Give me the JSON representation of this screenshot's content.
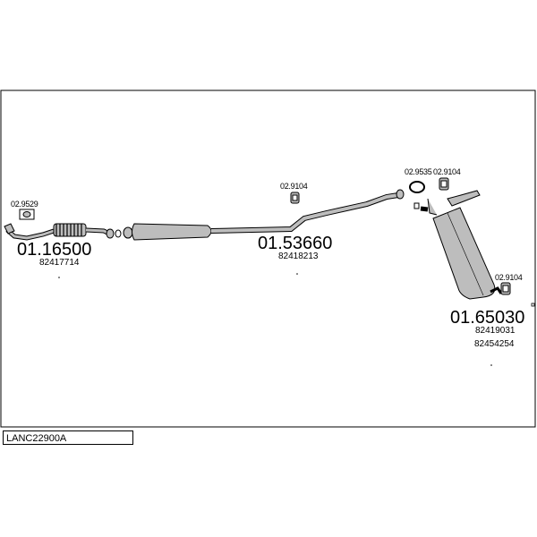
{
  "drawing_ref": "LANC22900A",
  "parts": [
    {
      "id": "front-pipe",
      "code": "01.16500",
      "oem": [
        "82417714"
      ]
    },
    {
      "id": "center-silencer",
      "code": "01.53660",
      "oem": [
        "82418213"
      ]
    },
    {
      "id": "rear-silencer",
      "code": "01.65030",
      "oem": [
        "82419031",
        "82454254"
      ]
    }
  ],
  "accessories": [
    {
      "id": "gasket-front",
      "code": "02.9529"
    },
    {
      "id": "hanger-center",
      "code": "02.9104"
    },
    {
      "id": "clamp-rear",
      "code": "02.9535"
    },
    {
      "id": "hanger-rear-top",
      "code": "02.9104"
    },
    {
      "id": "hanger-rear-bottom",
      "code": "02.9104"
    }
  ],
  "colors": {
    "line": "#000000",
    "fill": "#bdbdbd",
    "background": "#ffffff"
  }
}
